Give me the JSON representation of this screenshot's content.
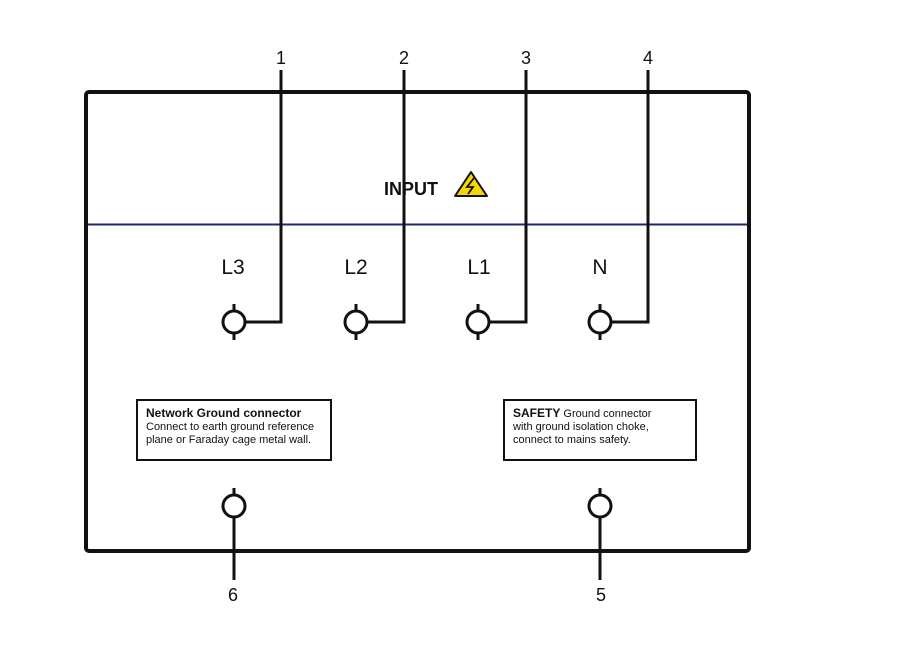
{
  "panel": {
    "title": "INPUT",
    "warning_icon": "high-voltage-warning-icon"
  },
  "terminals": [
    {
      "label": "L3"
    },
    {
      "label": "L2"
    },
    {
      "label": "L1"
    },
    {
      "label": "N"
    }
  ],
  "callout_numbers": [
    "1",
    "2",
    "3",
    "4",
    "5",
    "6"
  ],
  "network_ground": {
    "title": "Network Ground connector",
    "line1": "Connect to earth ground reference",
    "line2": "plane or Faraday cage metal wall."
  },
  "safety_ground": {
    "title": "SAFETY",
    "line1_rest": " Ground connector",
    "line2": "with ground isolation choke,",
    "line3": "connect to mains safety."
  },
  "colors": {
    "line": "#111111",
    "divider": "#1f2a6b",
    "warning_fill": "#f5d800"
  }
}
